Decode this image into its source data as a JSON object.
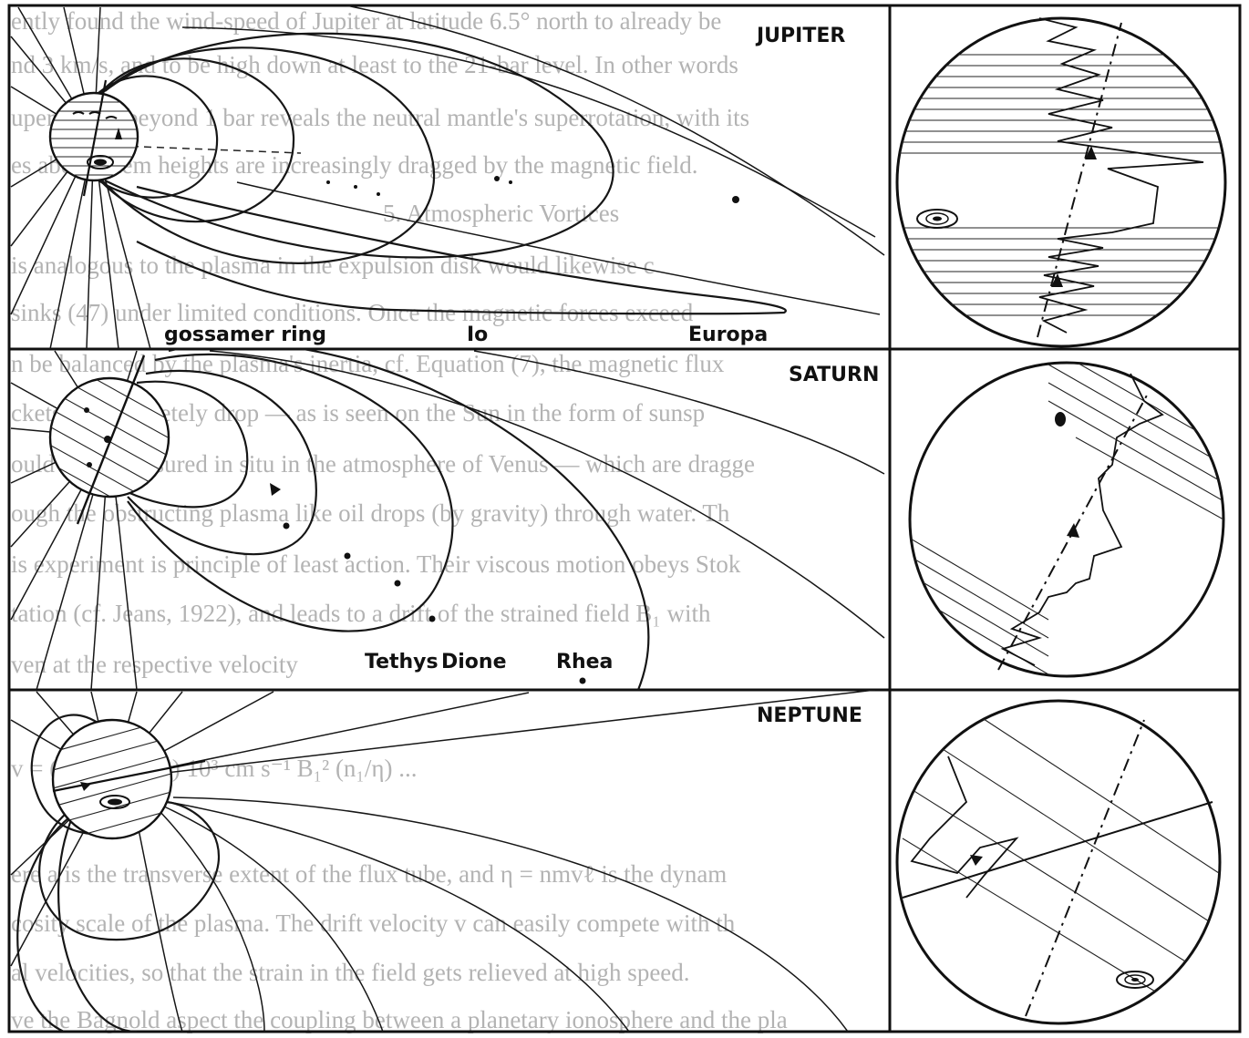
{
  "panels": {
    "jupiter": {
      "title": "JUPITER",
      "labels": {
        "gossamer_ring": "gossamer ring",
        "io": "Io",
        "europa": "Europa"
      }
    },
    "saturn": {
      "title": "SATURN",
      "labels": {
        "tethys": "Tethys",
        "dione": "Dione",
        "rhea": "Rhea"
      }
    },
    "neptune": {
      "title": "NEPTUNE"
    }
  },
  "background_text": [
    "ently found the wind-speed of Jupiter at latitude 6.5° north to already be",
    "nd 3 km/s, and to be high down at least to the 21-bar level. In other words",
    "uper layers beyond 1 bar reveals the neutral mantle's superrotation, with its",
    "es above them heights are increasingly dragged by the magnetic field.",
    "5. Atmospheric Vortices",
    "is analogous to the plasma in the expulsion disk would likewise c",
    "sinks (47) under limited conditions. Once the magnetic forces exceed",
    "n be balanced by the plasma's inertia, cf. Equation (7), the magnetic flux",
    "ckets will discretely drop — as is seen on the Sun in the form of sunsp",
    "ould been measured in situ in the atmosphere of Venus — which are dragge",
    "ough the obstructing plasma like oil drops (by gravity) through water. Th",
    "is experiment is principle of least action. Their viscous motion obeys Stok",
    "tation (cf. Jeans, 1922), and leads to a drift of the strained field B₁ with",
    "ven at the respective velocity",
    "v = (1/π) 12 (a/ℓ) 10³ cm s⁻¹ B₁² (n₁/η) ...",
    "ere a is the transverse extent of the flux tube, and η = nmvℓ is the dynam",
    "cosity scale of the plasma. The drift velocity v can easily compete with th",
    "al velocities, so that the strain in the field gets relieved at high speed.",
    "ve the Bagnold aspect the coupling between a planetary ionosphere and the pla"
  ]
}
